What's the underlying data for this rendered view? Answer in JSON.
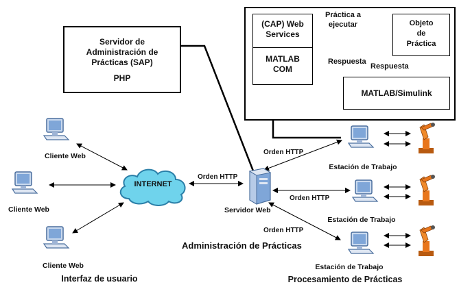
{
  "sap": {
    "line1": "Servidor de",
    "line2": "Administración de",
    "line3": "Prácticas (SAP)",
    "tech": "PHP"
  },
  "cap_panel": {
    "web_services_line1": "(CAP) Web",
    "web_services_line2": "Services",
    "matlab_com_line1": "MATLAB",
    "matlab_com_line2": "COM",
    "practica_line1": "Práctica a",
    "practica_line2": "ejecutar",
    "respuesta_left": "Respuesta",
    "objeto_line1": "Objeto",
    "objeto_line2": "de",
    "objeto_line3": "Práctica",
    "respuesta_right": "Respuesta",
    "matlab_simulink": "MATLAB/Simulink"
  },
  "clients": {
    "label": "Cliente Web",
    "labels": [
      "Cliente Web",
      "Cliente Web",
      "Cliente Web"
    ],
    "group_label": "Interfaz de usuario"
  },
  "internet": {
    "label": "INTERNET"
  },
  "server": {
    "label": "Servidor Web",
    "group_label": "Administración de Prácticas",
    "orden_http_left": "Orden HTTP"
  },
  "stations": {
    "labels": [
      "Estación de Trabajo",
      "Estación de Trabajo",
      "Estación de Trabajo"
    ],
    "orden_labels": [
      "Orden HTTP",
      "Orden HTTP",
      "Orden HTTP"
    ],
    "group_label": "Procesamiento de Prácticas"
  },
  "colors": {
    "cloud_fill": "#6fd3ec",
    "cloud_stroke": "#2a7fa8",
    "pc_blue": "#7fa6d8",
    "robot_orange": "#e8761c"
  }
}
